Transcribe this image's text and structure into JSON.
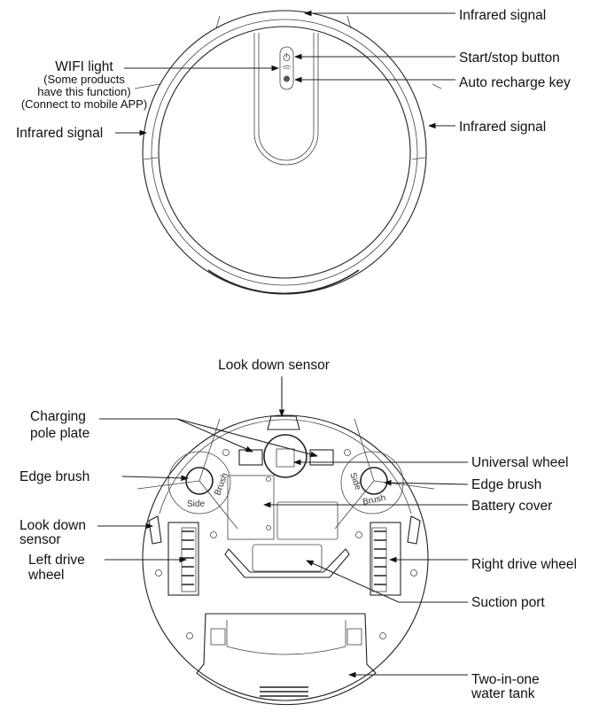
{
  "top_view": {
    "labels": {
      "infrared_top": "Infrared signal",
      "wifi_title": "WIFI light",
      "wifi_note1": "(Some products",
      "wifi_note2": "have this function)",
      "wifi_note3": "(Connect to mobile APP)",
      "infrared_left": "Infrared signal",
      "start_stop": "Start/stop button",
      "auto_recharge": "Auto recharge key",
      "infrared_right": "Infrared signal"
    }
  },
  "bottom_view": {
    "labels": {
      "look_down_top": "Look down sensor",
      "charging_1": "Charging",
      "charging_2": "pole plate",
      "edge_brush_left": "Edge brush",
      "universal_wheel": "Universal wheel",
      "edge_brush_right": "Edge brush",
      "battery_cover": "Battery cover",
      "look_down_left_1": "Look down",
      "look_down_left_2": "sensor",
      "left_wheel_1": "Left drive",
      "left_wheel_2": "wheel",
      "right_wheel": "Right drive wheel",
      "suction_port": "Suction port",
      "water_tank_1": "Two-in-one",
      "water_tank_2": "water tank"
    },
    "brush_text": {
      "side": "Side",
      "brush": "Brush"
    }
  }
}
